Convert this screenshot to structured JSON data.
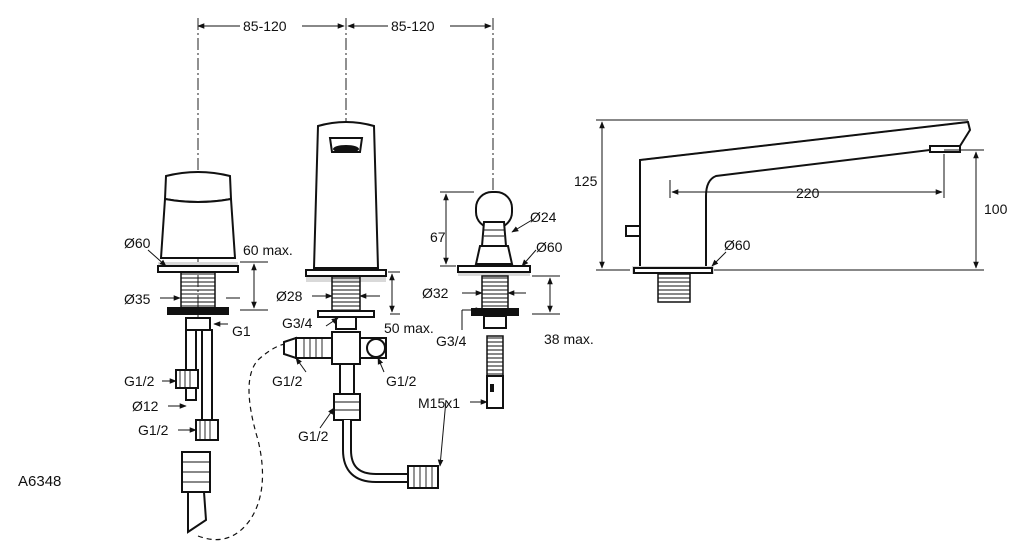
{
  "diagram": {
    "code": "A6348",
    "labels": {
      "spacing_left": "85-120",
      "spacing_right": "85-120",
      "d60_left": "Ø60",
      "max60": "60 max.",
      "d35": "Ø35",
      "g1": "G1",
      "g12_a": "G1/2",
      "d12": "Ø12",
      "g12_b": "G1/2",
      "d28": "Ø28",
      "g34_mid": "G3/4",
      "max50": "50 max.",
      "g12_c": "G1/2",
      "g12_d": "G1/2",
      "g12_e": "G1/2",
      "h67": "67",
      "d24": "Ø24",
      "d60_right": "Ø60",
      "d32": "Ø32",
      "g34_right": "G3/4",
      "max38": "38 max.",
      "m15": "M15x1",
      "h125": "125",
      "l220": "220",
      "h100": "100",
      "d60_spout": "Ø60"
    }
  }
}
